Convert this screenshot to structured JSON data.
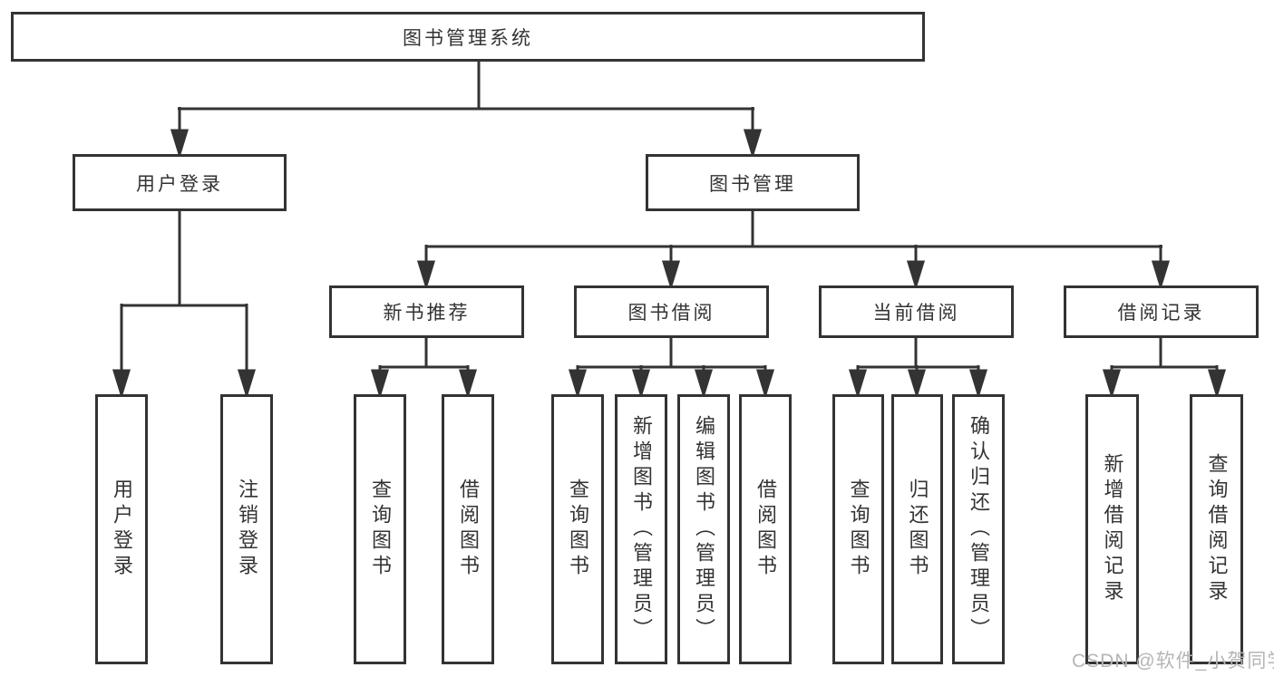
{
  "nodes": {
    "root": "图书管理系统",
    "user_login": "用户登录",
    "book_mgmt": "图书管理",
    "new_book_rec": "新书推荐",
    "book_borrow": "图书借阅",
    "current_borrow": "当前借阅",
    "borrow_records": "借阅记录",
    "ul_user_login": "用户登录",
    "ul_logout": "注销登录",
    "nb_query_book": "查询图书",
    "nb_borrow_book": "借阅图书",
    "bb_query_book": "查询图书",
    "bb_add_book": "新增图书（管理员）",
    "bb_edit_book": "编辑图书（管理员）",
    "bb_borrow_book": "借阅图书",
    "cb_query_book": "查询图书",
    "cb_return_book": "归还图书",
    "cb_confirm_return": "确认归还（管理员）",
    "br_add_record": "新增借阅记录",
    "br_query_record": "查询借阅记录"
  },
  "hierarchy": {
    "root": [
      "user_login",
      "book_mgmt"
    ],
    "user_login": [
      "ul_user_login",
      "ul_logout"
    ],
    "book_mgmt": [
      "new_book_rec",
      "book_borrow",
      "current_borrow",
      "borrow_records"
    ],
    "new_book_rec": [
      "nb_query_book",
      "nb_borrow_book"
    ],
    "book_borrow": [
      "bb_query_book",
      "bb_add_book",
      "bb_edit_book",
      "bb_borrow_book"
    ],
    "current_borrow": [
      "cb_query_book",
      "cb_return_book",
      "cb_confirm_return"
    ],
    "borrow_records": [
      "br_add_record",
      "br_query_record"
    ]
  },
  "watermark": "CSDN @软件_小贺同学",
  "colors": {
    "line": "#333333",
    "box_border": "#333333",
    "text": "#333333",
    "watermark": "#b5b5b5",
    "background": "#ffffff"
  }
}
